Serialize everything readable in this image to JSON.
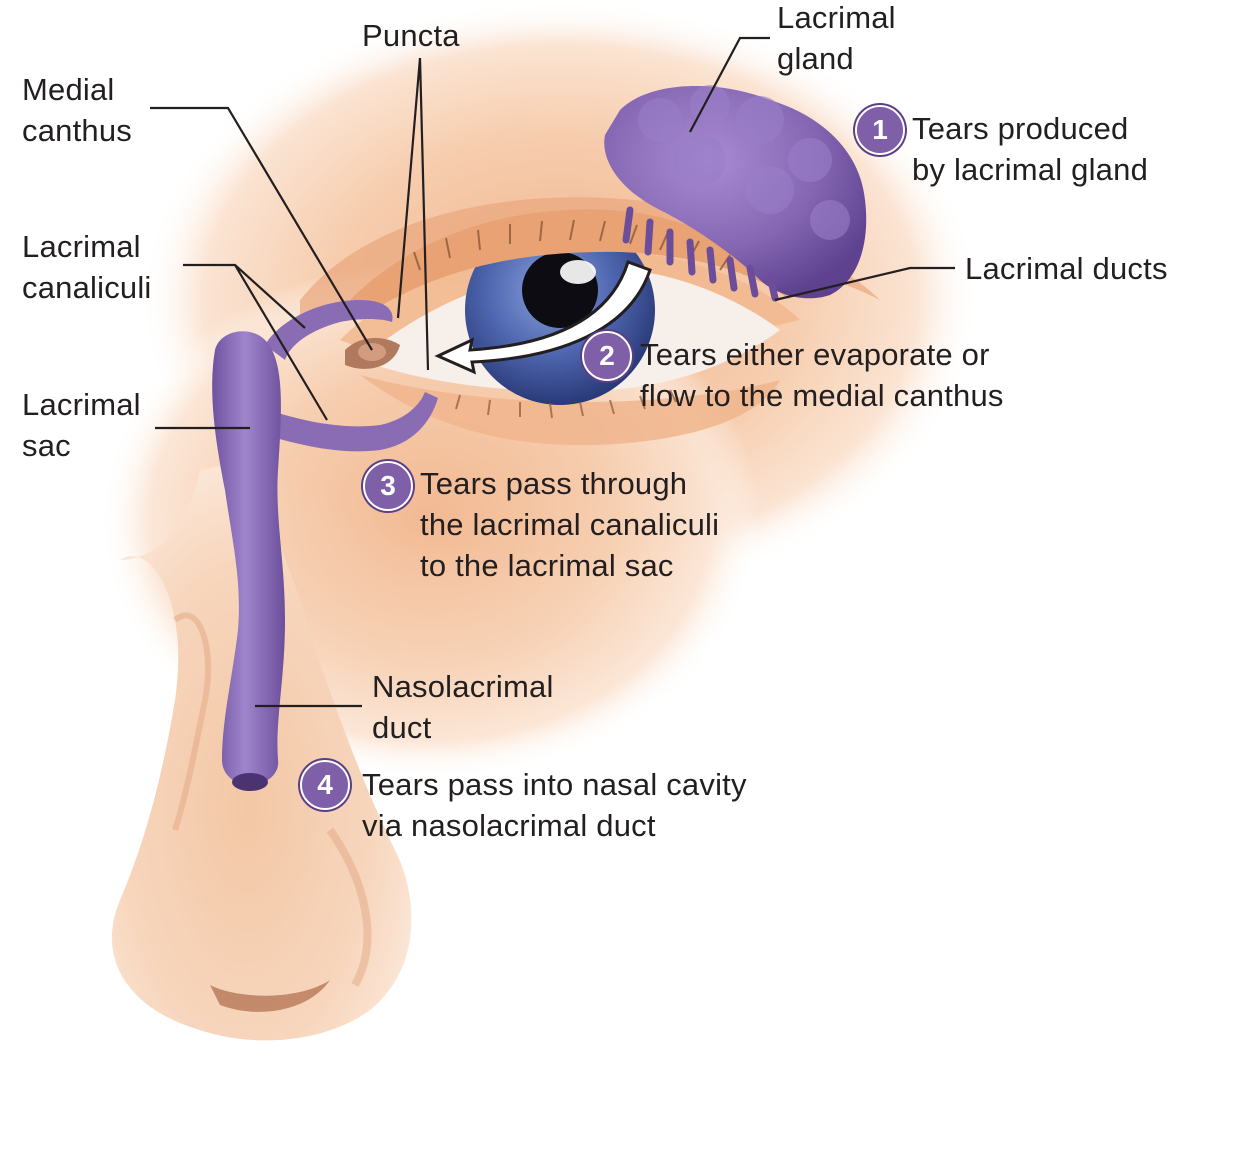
{
  "labels": {
    "puncta": "Puncta",
    "lacrimal_gland": [
      "Lacrimal",
      "gland"
    ],
    "medial_canthus": [
      "Medial",
      "canthus"
    ],
    "lacrimal_canaliculi": [
      "Lacrimal",
      "canaliculi"
    ],
    "lacrimal_ducts": "Lacrimal ducts",
    "lacrimal_sac": [
      "Lacrimal",
      "sac"
    ],
    "nasolacrimal_duct": [
      "Nasolacrimal",
      "duct"
    ]
  },
  "steps": [
    {
      "number": "1",
      "lines": [
        "Tears produced",
        "by lacrimal gland"
      ]
    },
    {
      "number": "2",
      "lines": [
        "Tears either evaporate or",
        "flow to the medial canthus"
      ]
    },
    {
      "number": "3",
      "lines": [
        "Tears pass through",
        "the lacrimal canaliculi",
        "to the lacrimal sac"
      ]
    },
    {
      "number": "4",
      "lines": [
        "Tears pass into nasal cavity",
        "via nasolacrimal duct"
      ]
    }
  ],
  "colors": {
    "skin": "#f3c39e",
    "skin_dark": "#d99a72",
    "duct_purple": "#8a6cb5",
    "gland_purple": "#8466b2",
    "iris_blue": "#4f67b0",
    "badge": "#7f5fa8",
    "leader_line": "#231f20"
  }
}
